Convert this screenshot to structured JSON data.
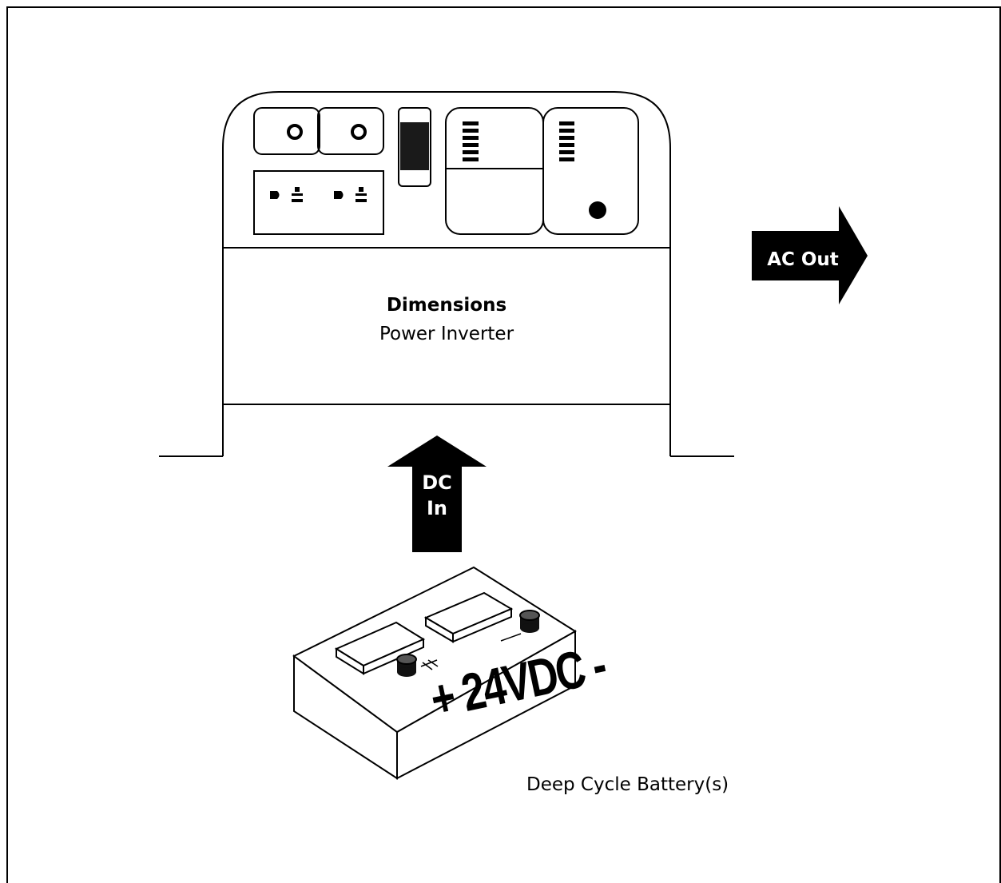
{
  "inverter": {
    "title": "Dimensions",
    "subtitle": "Power Inverter"
  },
  "output_arrow": {
    "label": "AC Out"
  },
  "input_arrow": {
    "line1": "DC",
    "line2": "In"
  },
  "battery": {
    "voltage_label": "+ 24VDC -",
    "caption": "Deep Cycle Battery(s)"
  },
  "colors": {
    "line": "#000000",
    "background": "#ffffff",
    "arrow_fill": "#000000",
    "arrow_text": "#ffffff"
  }
}
